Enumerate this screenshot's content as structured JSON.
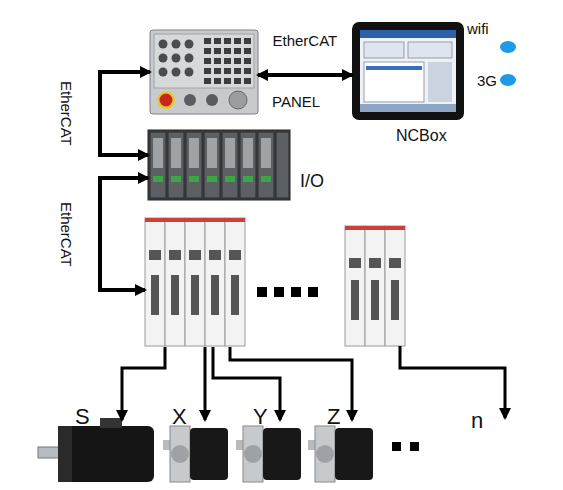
{
  "diagram": {
    "nodes": [
      {
        "text": [
          "PANEL"
        ]
      },
      {
        "text": [
          "NCBox"
        ]
      },
      {
        "text": [
          "I/O"
        ]
      },
      {
        "text": []
      },
      {
        "text": [
          "S"
        ]
      },
      {
        "text": [
          "X"
        ]
      },
      {
        "text": [
          "Y"
        ]
      },
      {
        "text": [
          "Z"
        ]
      }
    ],
    "edges": [
      {
        "from": 0,
        "to": 1,
        "label": "EtherCAT",
        "arrow": "both"
      },
      {
        "from": 0,
        "to": 2,
        "label": "EtherCAT",
        "arrow": "both"
      },
      {
        "from": 2,
        "to": 3,
        "label": "EtherCAT",
        "arrow": "both"
      },
      {
        "from": 3,
        "to": 4,
        "arrow": "to"
      },
      {
        "from": 3,
        "to": 5,
        "arrow": "to"
      },
      {
        "from": 3,
        "to": 6,
        "arrow": "to"
      },
      {
        "from": 3,
        "to": 7,
        "arrow": "to"
      }
    ],
    "labels": [
      "wifi",
      "3G",
      "n"
    ]
  }
}
